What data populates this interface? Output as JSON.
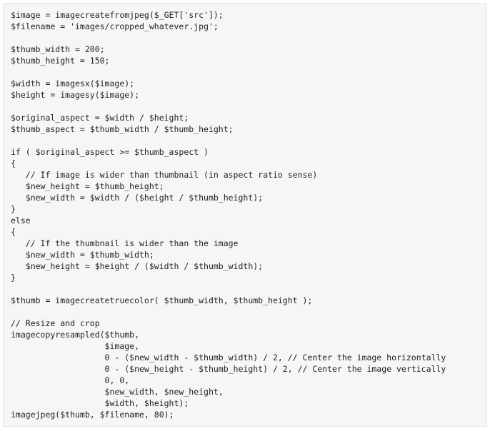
{
  "code_block": {
    "language": "php",
    "lines": [
      "$image = imagecreatefromjpeg($_GET['src']);",
      "$filename = 'images/cropped_whatever.jpg';",
      "",
      "$thumb_width = 200;",
      "$thumb_height = 150;",
      "",
      "$width = imagesx($image);",
      "$height = imagesy($image);",
      "",
      "$original_aspect = $width / $height;",
      "$thumb_aspect = $thumb_width / $thumb_height;",
      "",
      "if ( $original_aspect >= $thumb_aspect )",
      "{",
      "   // If image is wider than thumbnail (in aspect ratio sense)",
      "   $new_height = $thumb_height;",
      "   $new_width = $width / ($height / $thumb_height);",
      "}",
      "else",
      "{",
      "   // If the thumbnail is wider than the image",
      "   $new_width = $thumb_width;",
      "   $new_height = $height / ($width / $thumb_width);",
      "}",
      "",
      "$thumb = imagecreatetruecolor( $thumb_width, $thumb_height );",
      "",
      "// Resize and crop",
      "imagecopyresampled($thumb,",
      "                   $image,",
      "                   0 - ($new_width - $thumb_width) / 2, // Center the image horizontally",
      "                   0 - ($new_height - $thumb_height) / 2, // Center the image vertically",
      "                   0, 0,",
      "                   $new_width, $new_height,",
      "                   $width, $height);",
      "imagejpeg($thumb, $filename, 80);"
    ]
  }
}
